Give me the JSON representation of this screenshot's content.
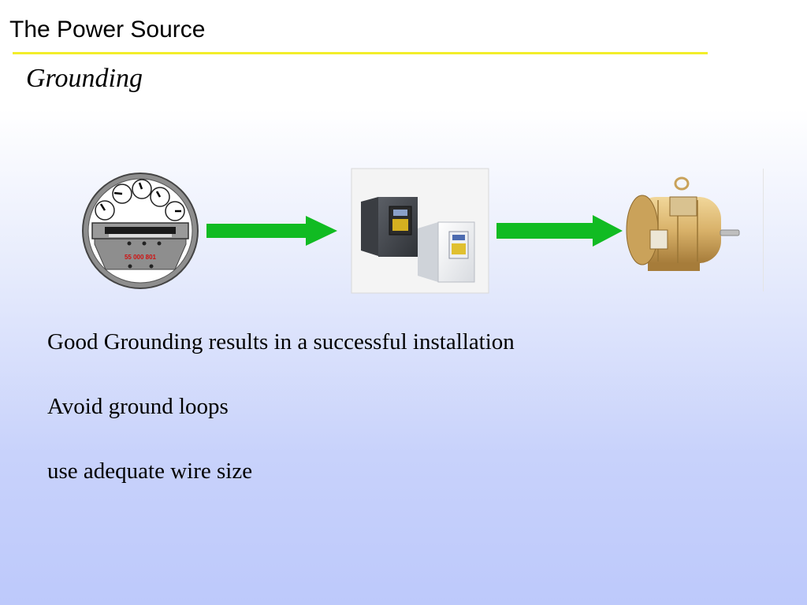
{
  "slide": {
    "title": "The Power Source",
    "subtitle": "Grounding"
  },
  "diagram": {
    "meter_reading": "55 000 801",
    "items": [
      "utility-meter",
      "variable-frequency-drives",
      "electric-motor"
    ],
    "arrow_color": "#11bb22"
  },
  "bullets": [
    "Good Grounding results in a successful installation",
    "Avoid ground loops",
    "use adequate wire size"
  ],
  "colors": {
    "title_rule": "#f2ee2a",
    "background_top": "#ffffff",
    "background_bottom": "#bdc9fb"
  }
}
